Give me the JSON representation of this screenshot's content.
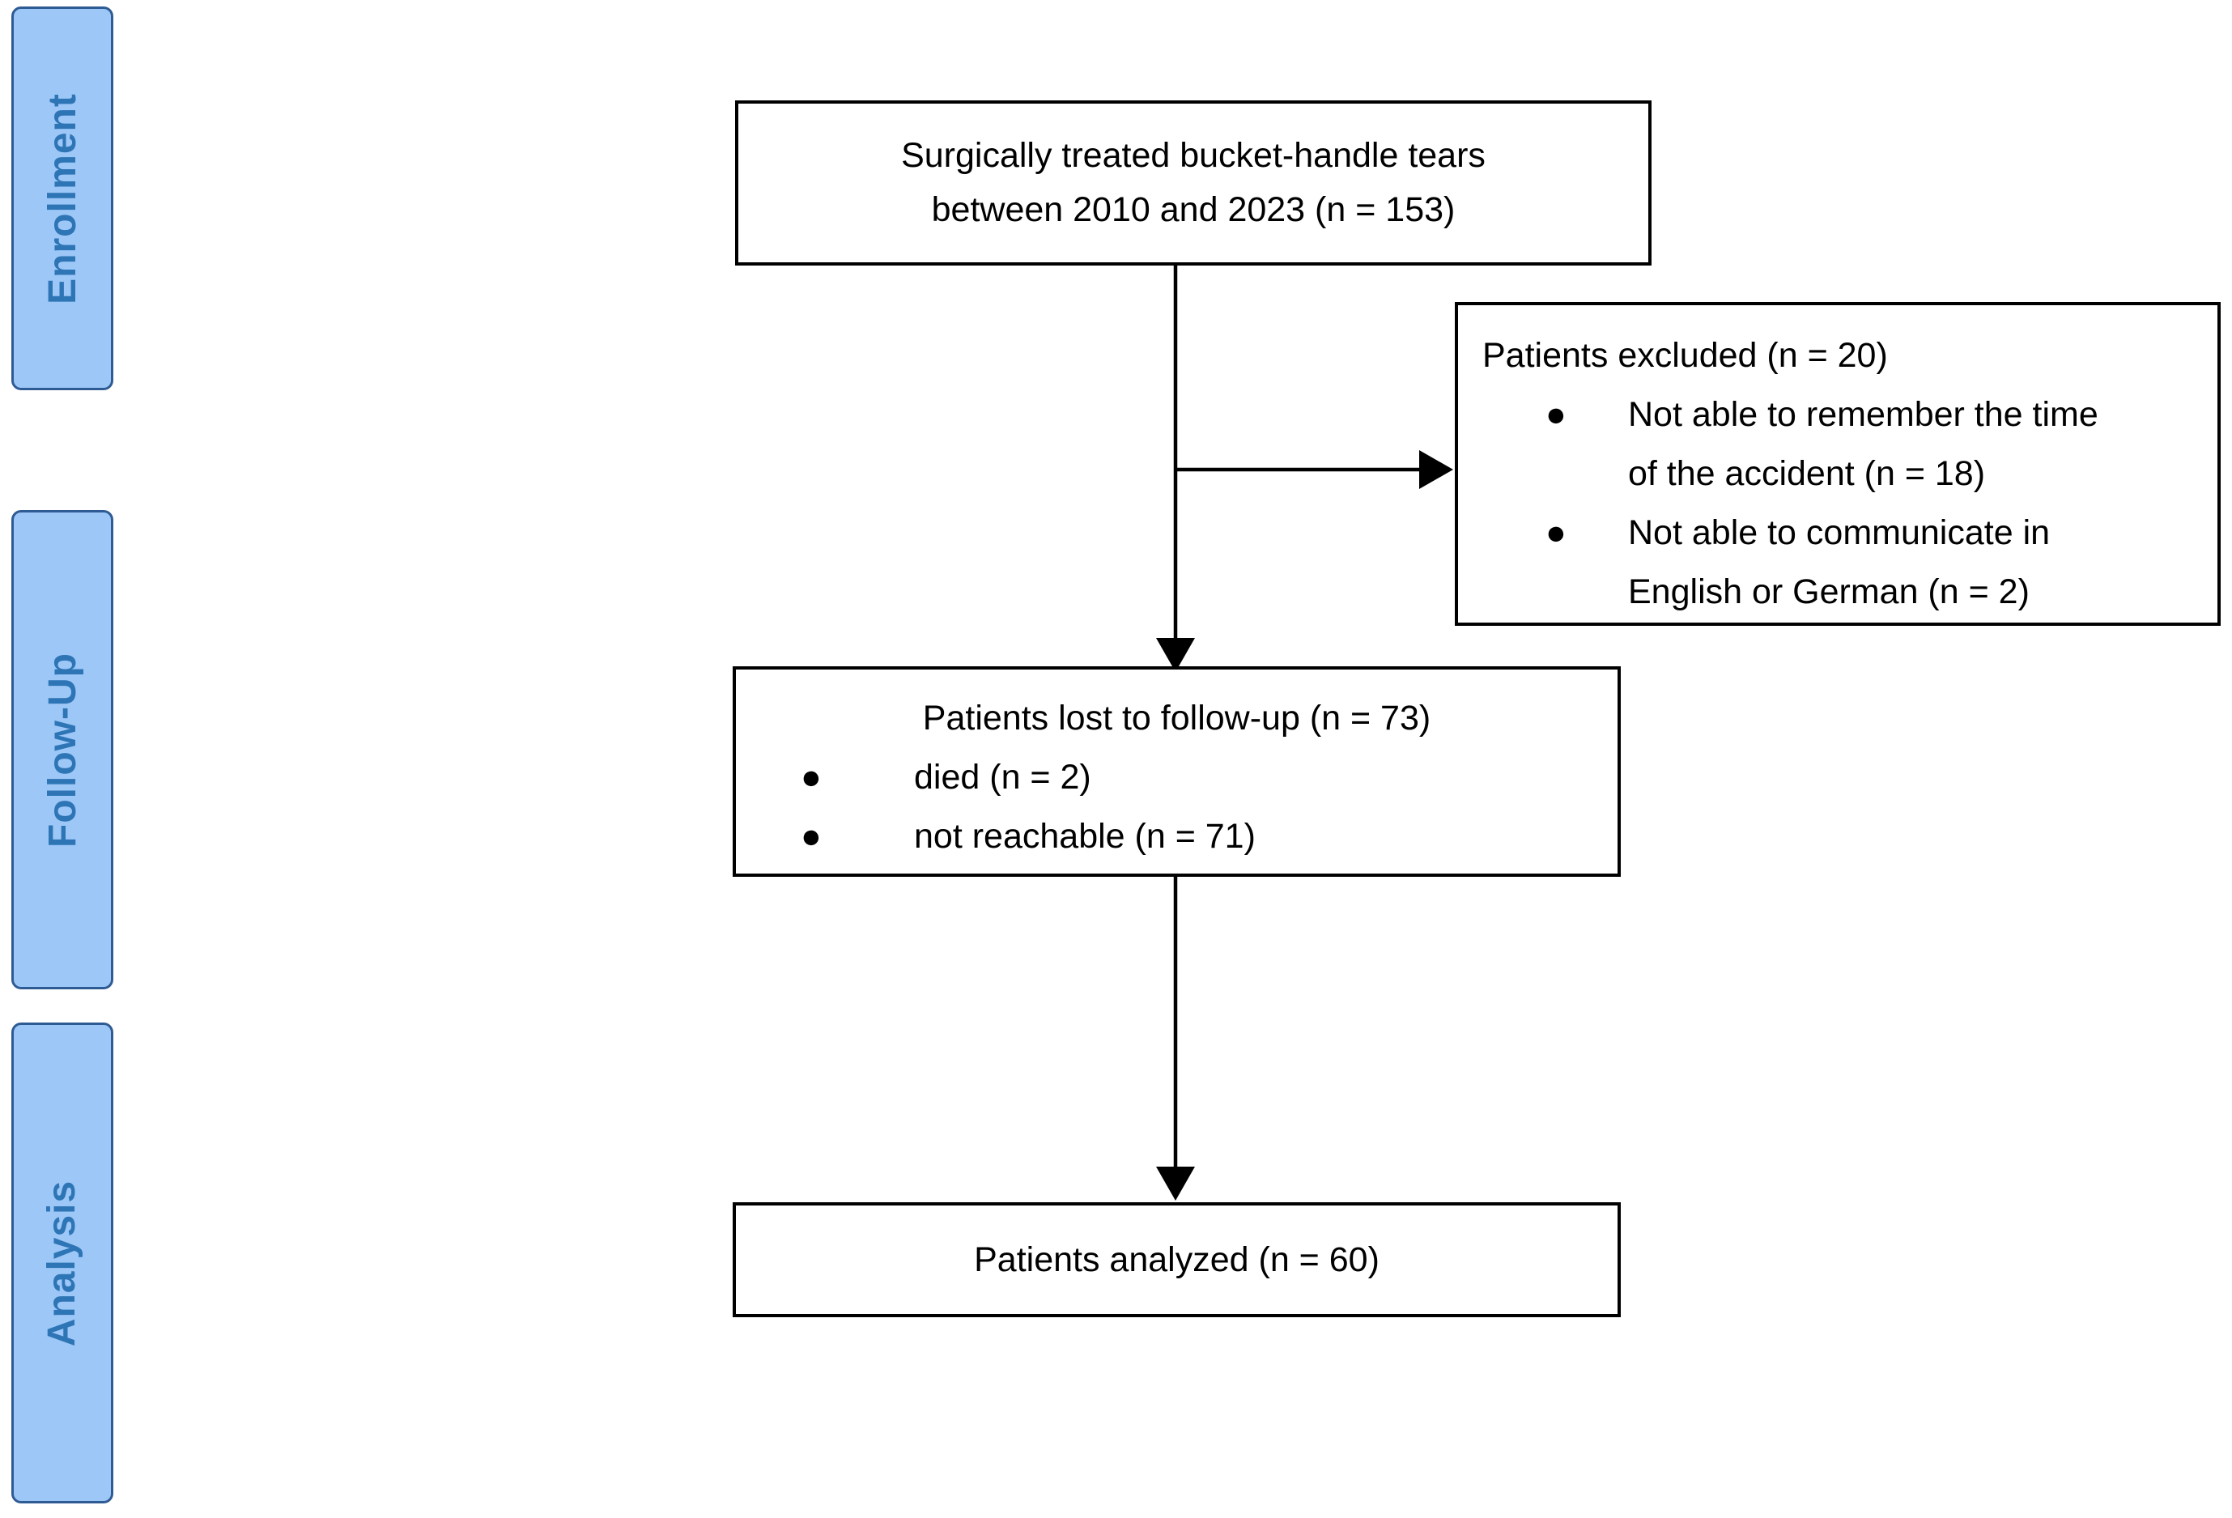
{
  "page": {
    "background": "#ffffff",
    "type": "patient-flow-diagram"
  },
  "colors": {
    "sidebar_fill": "#9CC7F7",
    "sidebar_border": "#2F5B94",
    "sidebar_text": "#2E75B6",
    "flow_border": "#000000",
    "arrow": "#000000"
  },
  "sidebar": {
    "phases": [
      {
        "label": "Enrollment"
      },
      {
        "label": "Follow-Up"
      },
      {
        "label": "Analysis"
      }
    ]
  },
  "flow": {
    "top_box": {
      "lines": [
        "Surgically treated bucket-handle tears",
        "between 2010 and 2023 (n = 153)"
      ]
    },
    "excluded_box": {
      "title": "Patients excluded  (n = 20)",
      "bullets": [
        {
          "lines": [
            "Not able to remember the time",
            "of the accident (n = 18)"
          ]
        },
        {
          "lines": [
            "Not able to communicate in",
            "English or German (n = 2)"
          ]
        }
      ]
    },
    "followup_box": {
      "title": "Patients lost to follow-up (n = 73)",
      "bullets": [
        {
          "lines": [
            "died (n = 2)"
          ]
        },
        {
          "lines": [
            "not reachable (n = 71)"
          ]
        }
      ]
    },
    "analyzed_box": {
      "title": "Patients analyzed (n = 60)"
    },
    "bullet_glyph": "●"
  }
}
